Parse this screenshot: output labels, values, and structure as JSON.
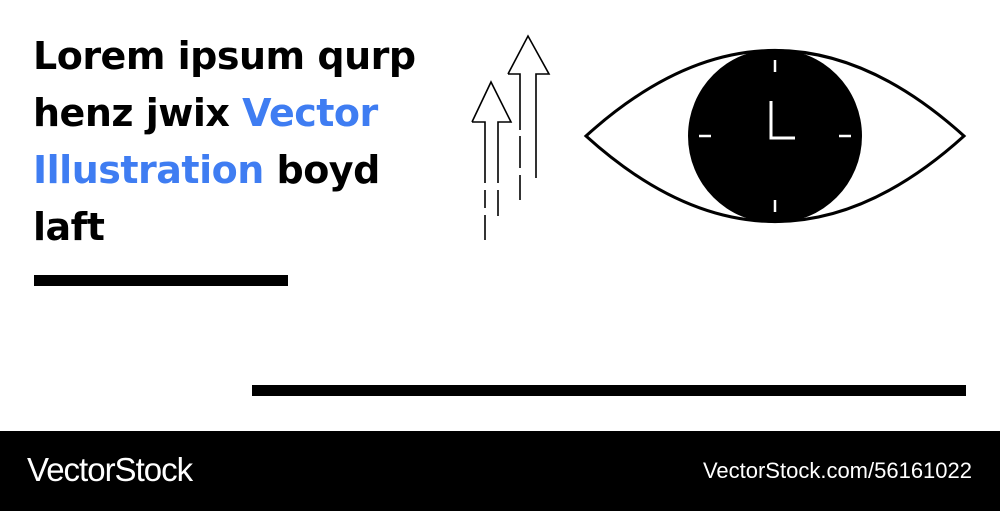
{
  "headline": {
    "part1": "Lorem ipsum qurp henz jwix ",
    "accent": "Vector Illustration",
    "part2": " boyd laft"
  },
  "colors": {
    "accent": "#3f7df2",
    "ink": "#000000",
    "background": "#ffffff"
  },
  "illustration": {
    "icons": [
      "up-arrows-icon",
      "eye-icon",
      "clock-icon"
    ]
  },
  "footer": {
    "brand": "VectorStock",
    "image_id": "VectorStock.com/56161022"
  }
}
